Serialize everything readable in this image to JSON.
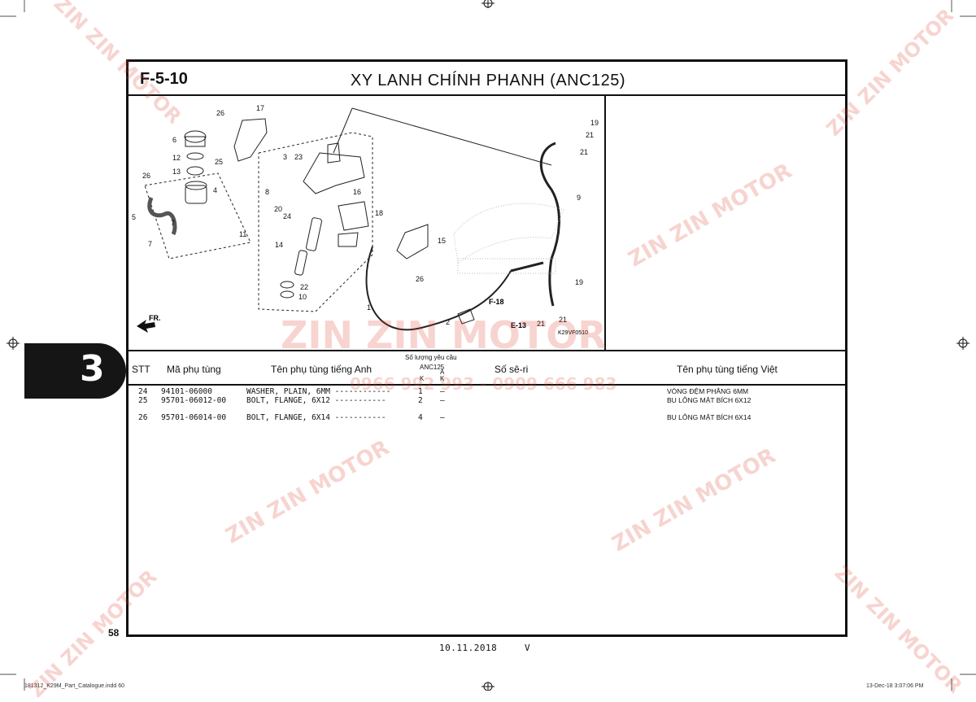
{
  "figure": {
    "code": "F-5-10",
    "title": "XY LANH CHÍNH PHANH (ANC125)"
  },
  "diagram": {
    "drawing_code": "K29VF0510",
    "front_label": "FR.",
    "callouts": [
      "26",
      "17",
      "6",
      "12",
      "25",
      "13",
      "26",
      "4",
      "5",
      "7",
      "7",
      "3",
      "23",
      "8",
      "16",
      "20",
      "24",
      "18",
      "11",
      "14",
      "15",
      "26",
      "22",
      "10",
      "1",
      "2",
      "19",
      "21",
      "21",
      "9",
      "19",
      "21",
      "21"
    ],
    "refs": [
      "F-18",
      "E-13"
    ]
  },
  "table": {
    "headers": {
      "stt": "STT",
      "part_no": "Mã phụ tùng",
      "name_en": "Tên phụ tùng tiếng Anh",
      "qty_group": "Số lượng yêu cầu",
      "model": "ANC125",
      "col_k": "K",
      "col_ak": "A K",
      "serial": "Số sê-ri",
      "name_vi": "Tên phụ tùng tiếng Việt"
    },
    "rows": [
      {
        "stt": "24",
        "part_no": "94101-06000",
        "name_en": "WASHER, PLAIN, 6MM ------------",
        "qty": "1",
        "qty2": "–",
        "name_vi": "VÒNG ĐỆM PHẲNG 6MM"
      },
      {
        "stt": "25",
        "part_no": "95701-06012-00",
        "name_en": "BOLT, FLANGE, 6X12 -----------",
        "qty": "2",
        "qty2": "–",
        "name_vi": "BU LÔNG MẶT BÍCH 6X12"
      },
      {
        "stt": "26",
        "part_no": "95701-06014-00",
        "name_en": "BOLT, FLANGE, 6X14 -----------",
        "qty": "4",
        "qty2": "–",
        "name_vi": "BU LÔNG MẶT BÍCH 6X14"
      }
    ]
  },
  "side_tab": "3",
  "page_number": "58",
  "footer": {
    "date_code": "10.11.2018",
    "version": "V",
    "file_name": "181312_K29M_Part_Catalogue.indd 60",
    "timestamp": "13-Dec-18 3:07:06 PM"
  },
  "watermark": {
    "brand": "ZIN ZIN MOTOR",
    "phones": "0966 992 993 - 0909 666 983"
  },
  "colors": {
    "line": "#111111",
    "watermark": "#dc3c28"
  }
}
